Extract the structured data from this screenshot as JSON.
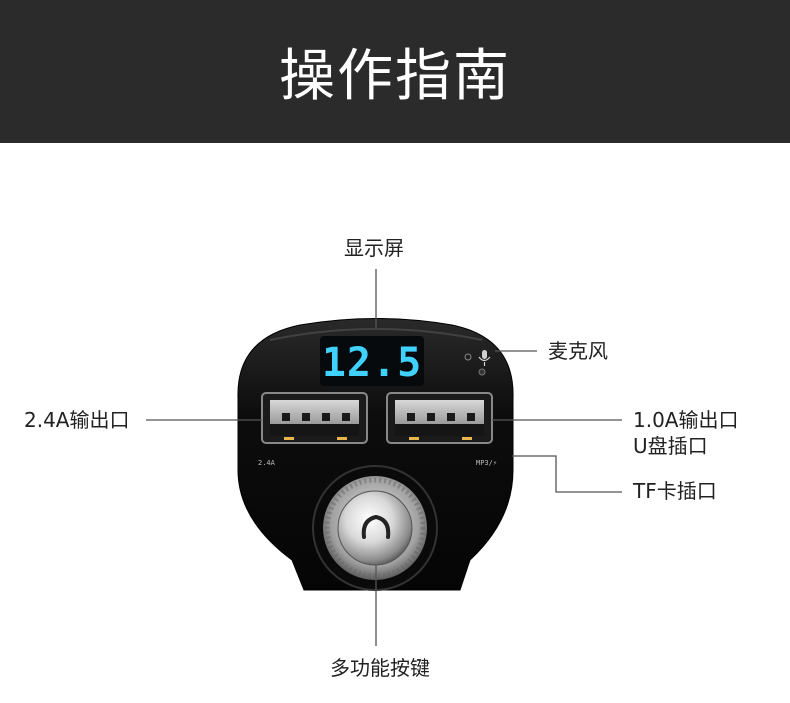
{
  "header": {
    "title": "操作指南"
  },
  "display": {
    "reading": "12.5"
  },
  "port_marks": {
    "left": "2.4A",
    "right": "MP3/⚡"
  },
  "labels": {
    "display_screen": "显示屏",
    "microphone": "麦克风",
    "left_usb": "2.4A输出口",
    "right_usb_line1": "1.0A输出口",
    "right_usb_line2": "U盘插口",
    "tf_slot": "TF卡插口",
    "multi_button": "多功能按键"
  },
  "colors": {
    "header_bg": "#2b2b2b",
    "display_digits": "#3fd2ff",
    "device_body": "#111111",
    "leader_line": "#555555"
  }
}
